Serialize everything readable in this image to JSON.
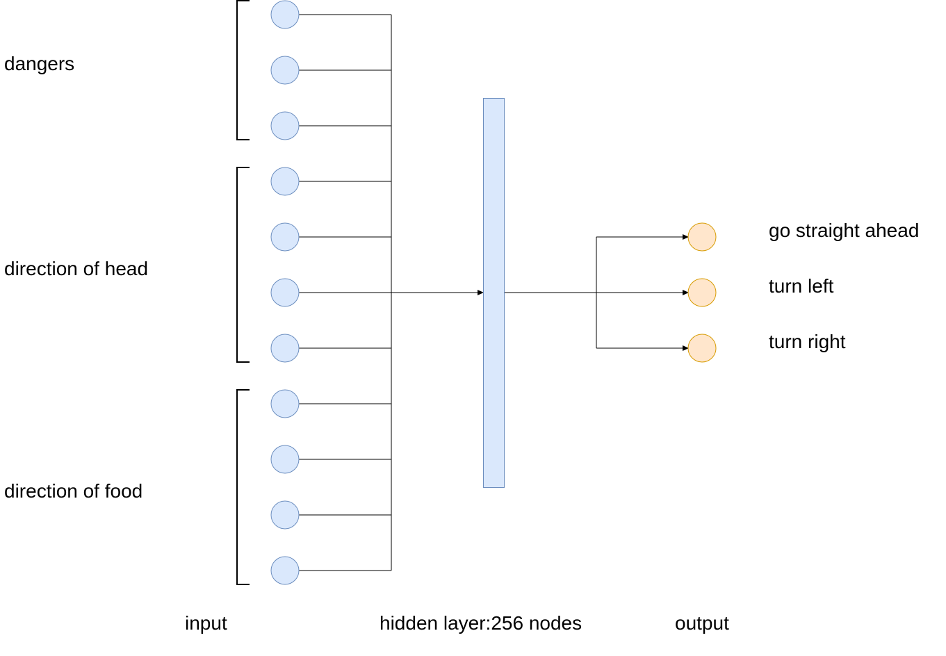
{
  "groups": [
    {
      "label": "dangers"
    },
    {
      "label": "direction of head"
    },
    {
      "label": "direction of food"
    }
  ],
  "outputs": [
    {
      "label": "go straight ahead"
    },
    {
      "label": "turn left"
    },
    {
      "label": "turn right"
    }
  ],
  "columns": {
    "input": "input",
    "hidden": "hidden layer:256 nodes",
    "output": "output"
  },
  "colors": {
    "input_node_fill": "#dae8fc",
    "input_node_stroke": "#6c8ebf",
    "hidden_fill": "#dae8fc",
    "hidden_stroke": "#6c8ebf",
    "output_node_fill": "#ffe6cc",
    "output_node_stroke": "#d79b00",
    "line": "#000000"
  }
}
